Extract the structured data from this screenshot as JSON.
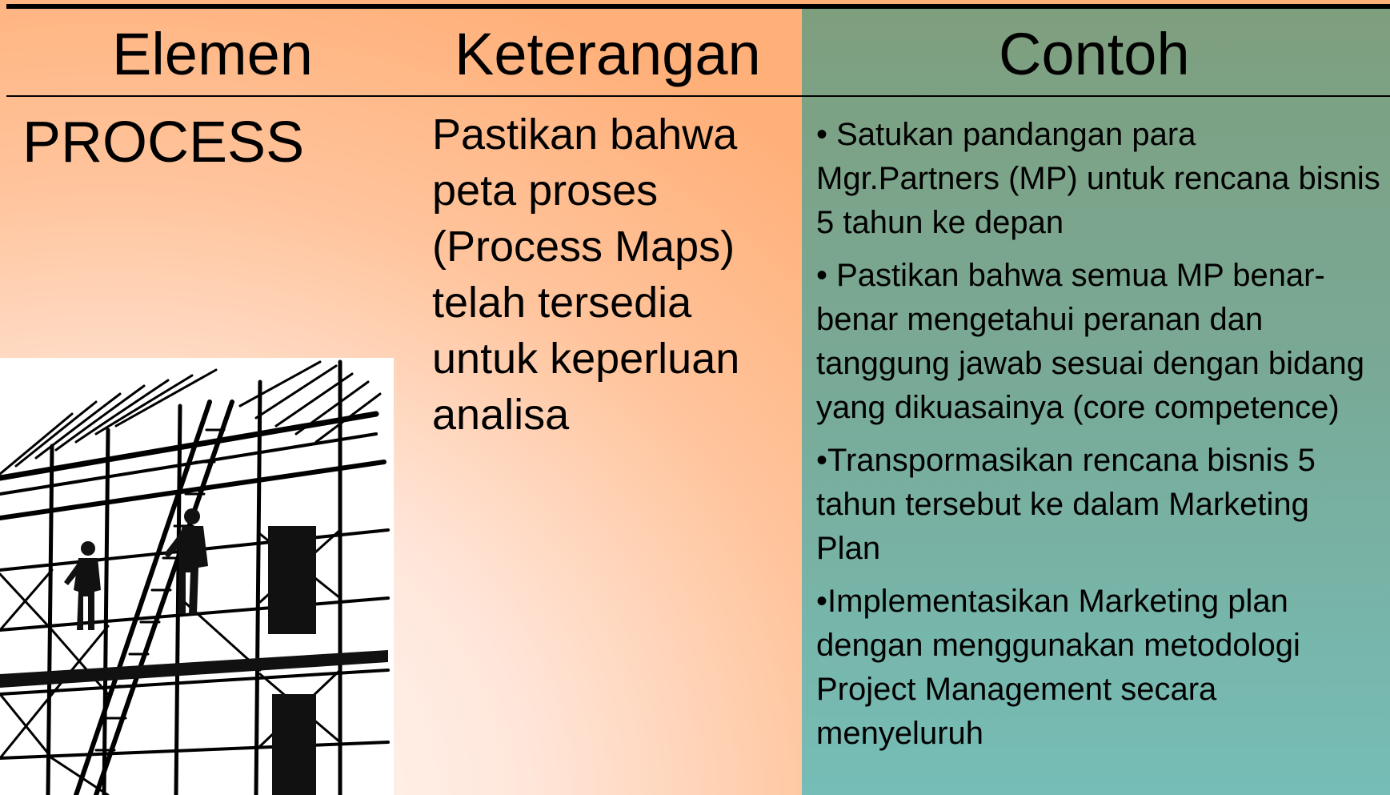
{
  "table": {
    "headers": {
      "elemen": "Elemen",
      "keterangan": "Keterangan",
      "contoh": "Contoh"
    },
    "row": {
      "element": "PROCESS",
      "keterangan": "Pastikan bahwa peta proses (Process Maps) telah tersedia untuk keperluan analisa",
      "contoh": [
        "• Satukan pandangan para Mgr.Partners (MP) untuk rencana bisnis 5 tahun ke depan",
        "• Pastikan bahwa semua MP benar-benar mengetahui peranan dan tanggung jawab sesuai dengan bidang yang dikuasainya (core competence)",
        "•Transpormasikan rencana bisnis 5 tahun tersebut ke dalam Marketing Plan",
        "•Implementasikan Marketing plan dengan menggunakan metodologi Project Management secara menyeluruh"
      ]
    }
  },
  "illustration": {
    "icon": "scaffolding-workers-illustration"
  },
  "colors": {
    "left_background": "#ffc49c",
    "contoh_panel_top": "#7e9f7e",
    "contoh_panel_bottom": "#76bdb7",
    "rule": "#000000"
  }
}
